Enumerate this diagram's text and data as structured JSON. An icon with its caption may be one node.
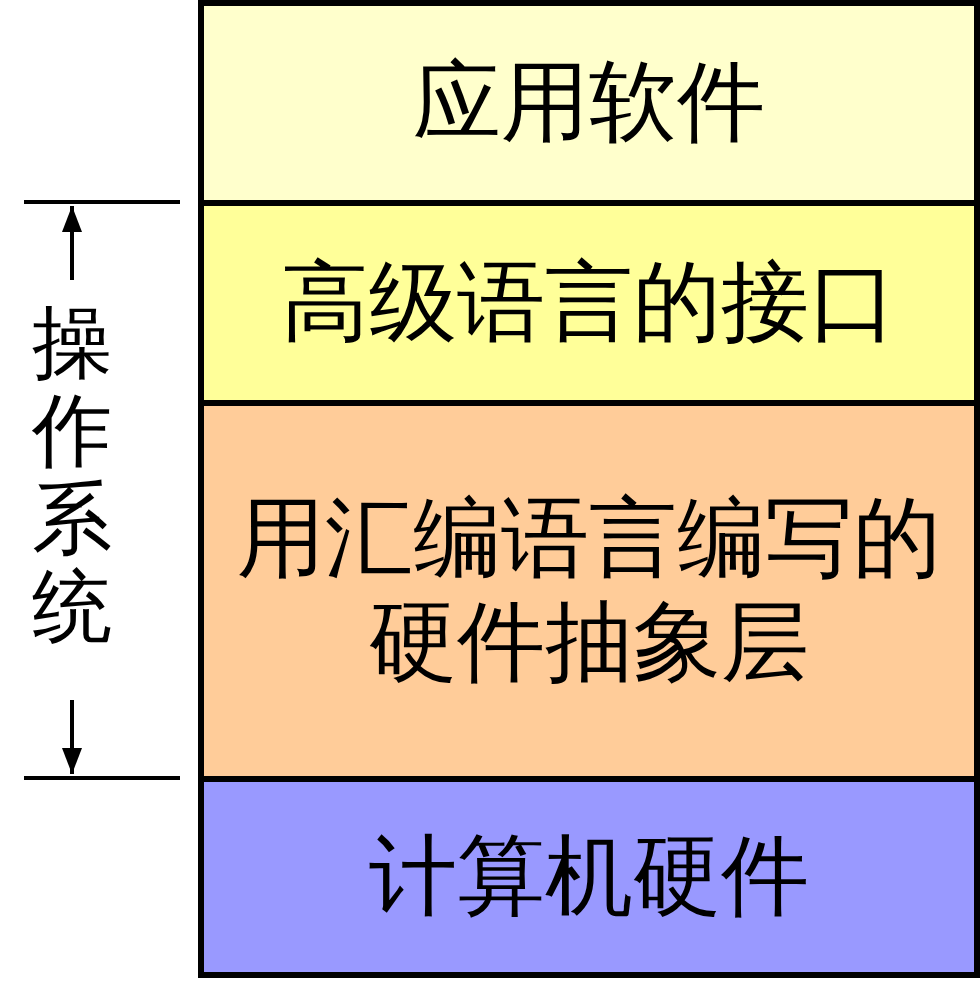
{
  "diagram": {
    "nodes": [
      {
        "text": [
          "应用软件"
        ]
      },
      {
        "text": [
          "高级语言的接口"
        ]
      },
      {
        "text": [
          "用汇编语言编写的",
          "硬件抽象层"
        ]
      },
      {
        "text": [
          "计算机硬件"
        ]
      }
    ],
    "labels": [
      "操作系统"
    ]
  }
}
